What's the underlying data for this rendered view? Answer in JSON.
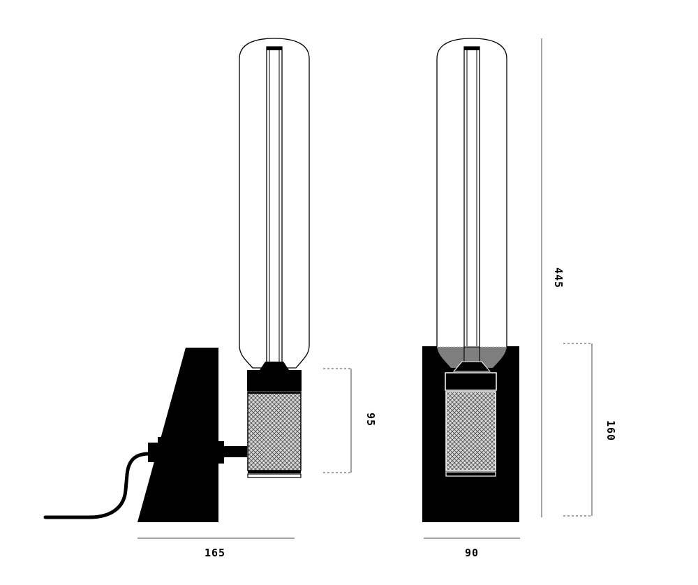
{
  "diagram": {
    "colors": {
      "ink": "#000000",
      "paper": "#ffffff",
      "mesh": "#9a9a9a",
      "dim_line": "#444444"
    },
    "dimensions": {
      "side_width": "165",
      "front_width": "90",
      "overall_height": "445",
      "socket_height": "95",
      "base_height": "160"
    }
  }
}
